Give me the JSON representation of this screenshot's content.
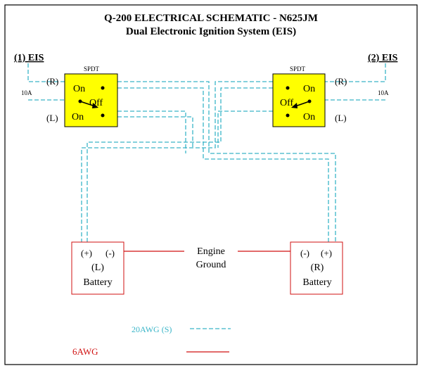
{
  "title": "Q-200 ELECTRICAL SCHEMATIC - N625JM",
  "subtitle": "Dual Electronic Ignition System (EIS)",
  "eis_left": "(1) EIS",
  "eis_right": "(2) EIS",
  "fuse_left": "10A",
  "fuse_right": "10A",
  "switch_left": {
    "type": "SPDT",
    "top_label": "(R)",
    "bottom_label": "(L)",
    "on_top": "On",
    "off": "Off",
    "on_bottom": "On"
  },
  "switch_right": {
    "type": "SPDT",
    "top_label": "(R)",
    "bottom_label": "(L)",
    "on_top": "On",
    "off": "Off",
    "on_bottom": "On"
  },
  "battery_left": {
    "pos": "(+)",
    "neg": "(-)",
    "side": "(L)",
    "name": "Battery"
  },
  "battery_right": {
    "neg": "(-)",
    "pos": "(+)",
    "side": "(R)",
    "name": "Battery"
  },
  "ground_line1": "Engine",
  "ground_line2": "Ground",
  "legend": {
    "signal": "20AWG (S)",
    "power": "6AWG"
  },
  "colors": {
    "signal_wire": "#3ab5c8",
    "power_wire": "#d01010",
    "switch_fill": "#ffff00"
  }
}
